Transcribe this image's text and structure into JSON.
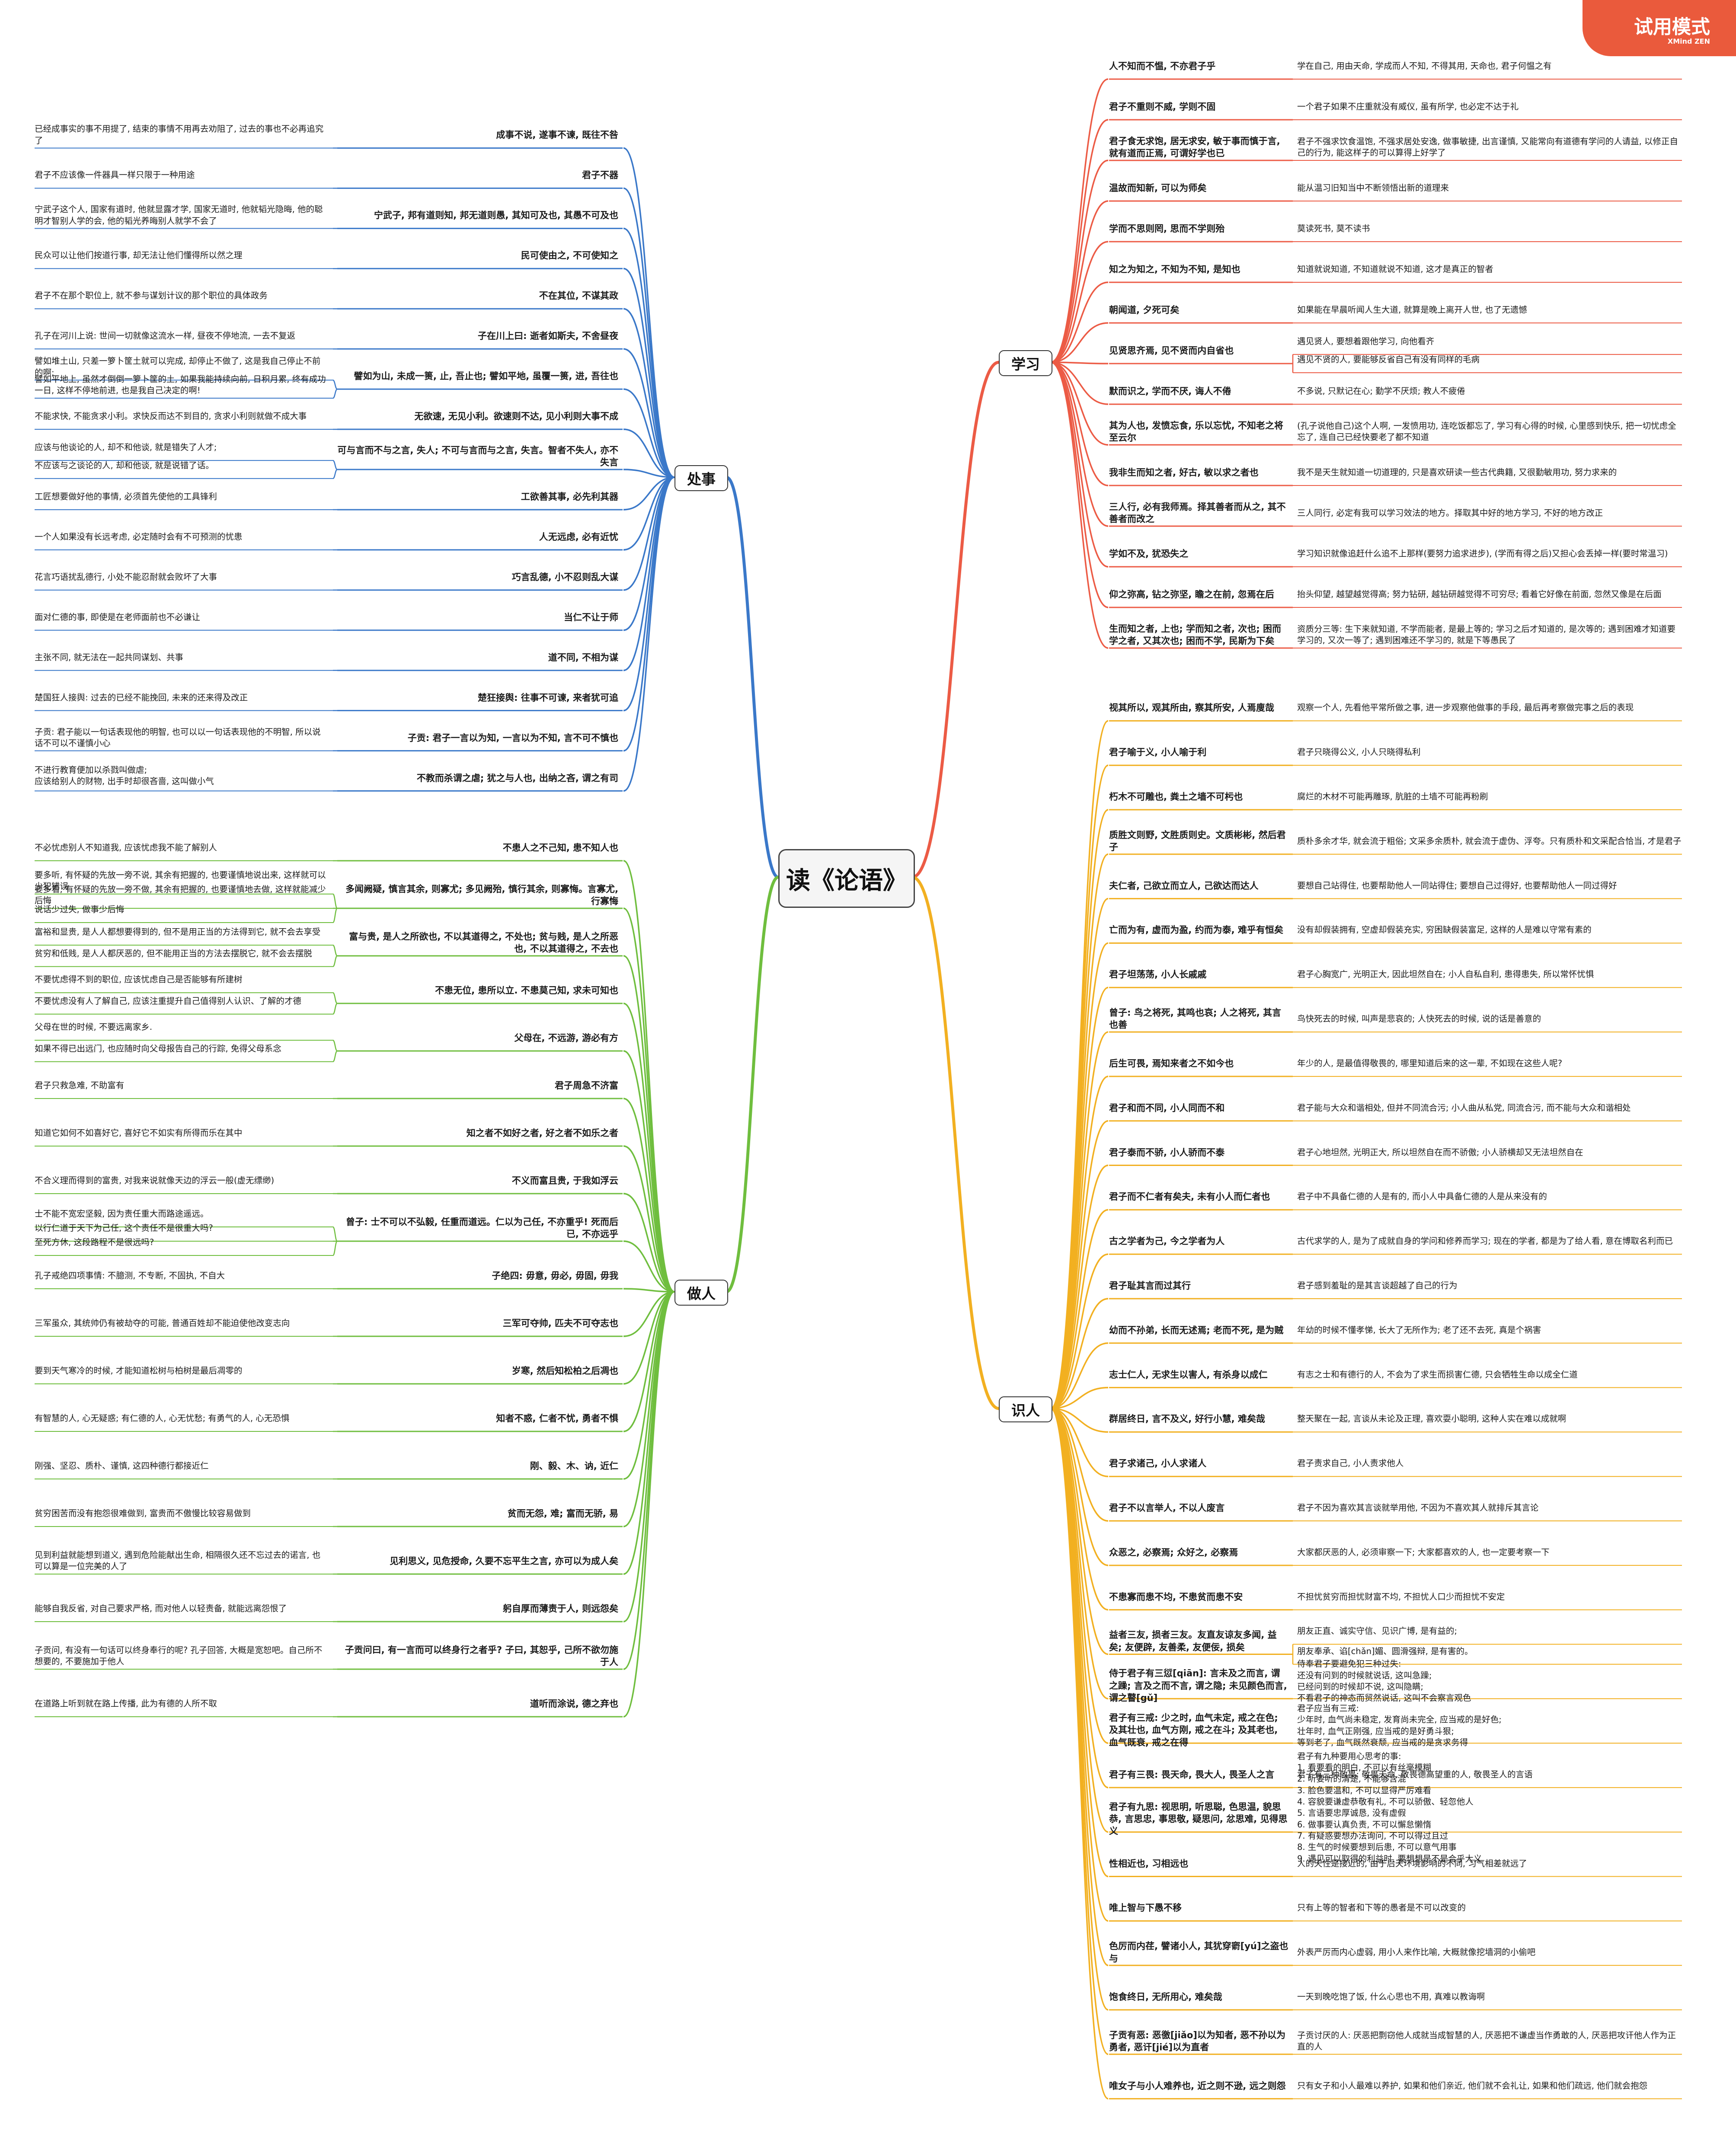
{
  "trial_badge": {
    "label": "试用模式",
    "sub": "XMind ZEN"
  },
  "center": {
    "title": "读《论语》"
  },
  "colors": {
    "学习": "#ec5b45",
    "识人": "#f2b021",
    "处事": "#3a78c9",
    "做人": "#6fbe3e"
  },
  "branches": [
    {
      "label": "学习",
      "side": "right",
      "nodes": [
        {
          "q": "人不知而不愠, 不亦君子乎",
          "e": "学在自己, 用由天命, 学成而人不知, 不得其用, 天命也, 君子何愠之有"
        },
        {
          "q": "君子不重则不威, 学则不固",
          "e": "一个君子如果不庄重就没有威仪, 虽有所学, 也必定不达于礼"
        },
        {
          "q": "君子食无求饱, 居无求安, 敏于事而慎于言, 就有道而正焉, 可谓好学也已",
          "e": "君子不强求饮食温饱, 不强求居处安逸, 做事敏捷, 出言谨慎, 又能常向有道德有学问的人请益, 以修正自己的行为, 能这样子的可以算得上好学了"
        },
        {
          "q": "温故而知新, 可以为师矣",
          "e": "能从温习旧知当中不断领悟出新的道理来"
        },
        {
          "q": "学而不思则罔, 思而不学则殆",
          "e": "莫读死书, 莫不读书"
        },
        {
          "q": "知之为知之, 不知为不知, 是知也",
          "e": "知道就说知道, 不知道就说不知道, 这才是真正的智者"
        },
        {
          "q": "朝闻道, 夕死可矣",
          "e": "如果能在早晨听闻人生大道, 就算是晚上离开人世, 也了无遗憾"
        },
        {
          "q": "见贤思齐焉, 见不贤而内自省也",
          "e": "遇见贤人, 要想着跟他学习, 向他看齐",
          "e2": "遇见不贤的人, 要能够反省自己有没有同样的毛病"
        },
        {
          "q": "默而识之, 学而不厌, 诲人不倦",
          "e": "不多说, 只默记在心; 勤学不厌烦; 教人不疲倦"
        },
        {
          "q": "其为人也, 发愤忘食, 乐以忘忧, 不知老之将至云尔",
          "e": "(孔子说他自己)这个人啊, 一发愤用功, 连吃饭都忘了, 学习有心得的时候, 心里感到快乐, 把一切忧虑全忘了, 连自己已经快要老了都不知道"
        },
        {
          "q": "我非生而知之者, 好古, 敏以求之者也",
          "e": "我不是天生就知道一切道理的, 只是喜欢研读一些古代典籍, 又很勤敏用功, 努力求来的"
        },
        {
          "q": "三人行, 必有我师焉。择其善者而从之, 其不善者而改之",
          "e": "三人同行, 必定有我可以学习效法的地方。择取其中好的地方学习, 不好的地方改正"
        },
        {
          "q": "学如不及, 犹恐失之",
          "e": "学习知识就像追赶什么追不上那样(要努力追求进步), (学而有得之后)又担心会丢掉一样(要时常温习)"
        },
        {
          "q": "仰之弥高, 钻之弥坚, 瞻之在前, 忽焉在后",
          "e": "抬头仰望, 越望越觉得高; 努力钻研, 越钻研越觉得不可穷尽; 看着它好像在前面, 忽然又像是在后面"
        },
        {
          "q": "生而知之者, 上也; 学而知之者, 次也; 困而学之者, 又其次也; 困而不学, 民斯为下矣",
          "e": "资质分三等: 生下来就知道, 不学而能者, 是最上等的; 学习之后才知道的, 是次等的; 遇到困难才知道要学习的, 又次一等了; 遇到困难还不学习的, 就是下等愚民了"
        }
      ]
    },
    {
      "label": "识人",
      "side": "right",
      "nodes": [
        {
          "q": "视其所以, 观其所由, 察其所安, 人焉廋哉",
          "e": "观察一个人, 先看他平常所做之事, 进一步观察他做事的手段, 最后再考察做完事之后的表现"
        },
        {
          "q": "君子喻于义, 小人喻于利",
          "e": "君子只晓得公义, 小人只晓得私利"
        },
        {
          "q": "朽木不可雕也, 粪土之墙不可杇也",
          "e": "腐烂的木材不可能再雕琢, 肮脏的土墙不可能再粉刷"
        },
        {
          "q": "质胜文则野, 文胜质则史。文质彬彬, 然后君子",
          "e": "质朴多余才华, 就会流于粗俗; 文采多余质朴, 就会流于虚伪、浮夸。只有质朴和文采配合恰当, 才是君子"
        },
        {
          "q": "夫仁者, 己欲立而立人, 己欲达而达人",
          "e": "要想自己站得住, 也要帮助他人一同站得住; 要想自己过得好, 也要帮助他人一同过得好"
        },
        {
          "q": "亡而为有, 虚而为盈, 约而为泰, 难乎有恒矣",
          "e": "没有却假装拥有, 空虚却假装充实, 穷困缺假装富足, 这样的人是难以守常有素的"
        },
        {
          "q": "君子坦荡荡, 小人长戚戚",
          "e": "君子心胸宽广, 光明正大, 因此坦然自在; 小人自私自利, 患得患失, 所以常怀忧惧"
        },
        {
          "q": "曾子: 鸟之将死, 其鸣也哀; 人之将死, 其言也善",
          "e": "鸟快死去的时候, 叫声是悲哀的; 人快死去的时候, 说的话是善意的"
        },
        {
          "q": "后生可畏, 焉知来者之不如今也",
          "e": "年少的人, 是最值得敬畏的, 哪里知道后来的这一辈, 不如现在这些人呢?"
        },
        {
          "q": "君子和而不同, 小人同而不和",
          "e": "君子能与大众和谐相处, 但并不同流合污; 小人曲从私党, 同流合污, 而不能与大众和谐相处"
        },
        {
          "q": "君子泰而不骄, 小人骄而不泰",
          "e": "君子心地坦然, 光明正大, 所以坦然自在而不骄傲; 小人骄横却又无法坦然自在"
        },
        {
          "q": "君子而不仁者有矣夫, 未有小人而仁者也",
          "e": "君子中不具备仁德的人是有的, 而小人中具备仁德的人是从来没有的"
        },
        {
          "q": "古之学者为己, 今之学者为人",
          "e": "古代求学的人, 是为了成就自身的学问和修养而学习; 现在的学者, 都是为了给人看, 意在博取名利而已"
        },
        {
          "q": "君子耻其言而过其行",
          "e": "君子感到羞耻的是其言谈超越了自己的行为"
        },
        {
          "q": "幼而不孙弟, 长而无述焉; 老而不死, 是为贼",
          "e": "年幼的时候不懂孝悌, 长大了无所作为; 老了还不去死, 真是个祸害"
        },
        {
          "q": "志士仁人, 无求生以害人, 有杀身以成仁",
          "e": "有志之士和有德行的人, 不会为了求生而损害仁德, 只会牺牲生命以成全仁道"
        },
        {
          "q": "群居终日, 言不及义, 好行小慧, 难矣哉",
          "e": "整天聚在一起, 言谈从未论及正理, 喜欢耍小聪明, 这种人实在难以成就啊"
        },
        {
          "q": "君子求诸己, 小人求诸人",
          "e": "君子责求自己, 小人责求他人"
        },
        {
          "q": "君子不以言举人, 不以人废言",
          "e": "君子不因为喜欢其言谈就举用他, 不因为不喜欢其人就排斥其言论"
        },
        {
          "q": "众恶之, 必察焉; 众好之, 必察焉",
          "e": "大家都厌恶的人, 必须审察一下; 大家都喜欢的人, 也一定要考察一下"
        },
        {
          "q": "不患寡而患不均, 不患贫而患不安",
          "e": "不担忧贫穷而担忧财富不均, 不担忧人口少而担忧不安定"
        },
        {
          "q": "益者三友, 损者三友。友直友谅友多闻, 益矣; 友便辟, 友善柔, 友便佞, 损矣",
          "e": "朋友正直、诚实守信、见识广博, 是有益的;",
          "e2": "朋友奉承、谄[chǎn]媚、圆滑强辩, 是有害的。"
        },
        {
          "q": "侍于君子有三愆[qiān]: 言未及之而言, 谓之躁; 言及之而不言, 谓之隐; 未见颜色而言, 谓之瞽[gǔ]",
          "e": "侍奉君子要避免犯三种过失:\n还没有问到的时候就说话, 这叫急躁;\n已经问到的时候却不说, 这叫隐瞒;\n不看君子的神态而贸然说话, 这叫不会察言观色"
        },
        {
          "q": "君子有三戒: 少之时, 血气未定, 戒之在色; 及其壮也, 血气方刚, 戒之在斗; 及其老也, 血气既衰, 戒之在得",
          "e": "君子应当有三戒:\n少年时, 血气尚未稳定, 发育尚未完全, 应当戒的是好色;\n壮年时, 血气正刚强, 应当戒的是好勇斗狠;\n等到老了, 血气既然衰颓, 应当戒的是贪求务得"
        },
        {
          "q": "君子有三畏: 畏天命, 畏大人, 畏圣人之言",
          "e": "君子有三种敬畏: 敬畏天命, 敬畏德高望重的人, 敬畏圣人的言语"
        },
        {
          "q": "君子有九思: 视思明, 听思聪, 色思温, 貌思恭, 言思忠, 事思敬, 疑思问, 忿思难, 见得思义",
          "e": "君子有九种要用心思考的事:\n1. 看要看的明白, 不可以有丝毫模糊\n2. 听要听的清楚, 不能够含混\n3. 脸色要温和, 不可以显得严厉难看\n4. 容貌要谦虚恭敬有礼, 不可以骄傲、轻忽他人\n5. 言语要忠厚诚恳, 没有虚假\n6. 做事要认真负责, 不可以懈怠懒惰\n7. 有疑惑要想办法询问, 不可以得过且过\n8. 生气的时候要想到后患, 不可以意气用事\n9. 遇见可以取得的利益时, 要想想是不是合乎大义"
        },
        {
          "q": "性相近也, 习相远也",
          "e": "人的天性是接近的, 由于后天环境影响的不同, 习气相差就远了"
        },
        {
          "q": "唯上智与下愚不移",
          "e": "只有上等的智者和下等的愚者是不可以改变的"
        },
        {
          "q": "色厉而内荏, 譬诸小人, 其犹穿窬[yú]之盗也与",
          "e": "外表严厉而内心虚弱, 用小人来作比喻, 大概就像挖墙洞的小偷吧"
        },
        {
          "q": "饱食终日, 无所用心, 难矣哉",
          "e": "一天到晚吃饱了饭, 什么心思也不用, 真难以教诲啊"
        },
        {
          "q": "子贡有恶: 恶徼[jiǎo]以为知者, 恶不孙以为勇者, 恶讦[jié]以为直者",
          "e": "子贡讨厌的人: 厌恶把剽窃他人成就当成智慧的人, 厌恶把不谦虚当作勇敢的人, 厌恶把攻讦他人作为正直的人"
        },
        {
          "q": "唯女子与小人难养也, 近之则不逊, 远之则怨",
          "e": "只有女子和小人最难以养护, 如果和他们亲近, 他们就不会礼让, 如果和他们疏远, 他们就会抱怨"
        }
      ]
    },
    {
      "label": "处事",
      "side": "left",
      "nodes": [
        {
          "q": "成事不说, 遂事不谏, 既往不咎",
          "e": "已经成事实的事不用提了, 结束的事情不用再去劝阻了, 过去的事也不必再追究了"
        },
        {
          "q": "君子不器",
          "e": "君子不应该像一件器具一样只限于一种用途"
        },
        {
          "q": "宁武子, 邦有道则知, 邦无道则愚, 其知可及也, 其愚不可及也",
          "e": "宁武子这个人, 国家有道时, 他就显露才学, 国家无道时, 他就韬光隐晦, 他的聪明才智别人学的会, 他的韬光养晦别人就学不会了"
        },
        {
          "q": "民可使由之, 不可使知之",
          "e": "民众可以让他们按道行事, 却无法让他们懂得所以然之理"
        },
        {
          "q": "不在其位, 不谋其政",
          "e": "君子不在那个职位上, 就不参与谋划计议的那个职位的具体政务"
        },
        {
          "q": "子在川上曰: 逝者如斯夫, 不舍昼夜",
          "e": "孔子在河川上说: 世间一切就像这流水一样, 昼夜不停地流, 一去不复返"
        },
        {
          "q": "譬如为山, 未成一篑, 止, 吾止也; 譬如平地, 虽覆一篑, 进, 吾往也",
          "e": "譬如堆土山, 只差一箩卜筐土就可以完成, 却停止不做了, 这是我自己停止不前的啊;",
          "e2": "譬如平地上, 虽然才倒倒一箩卜筐的土, 如果我能持续向前, 日积月累, 终有成功一日, 这样不停地前进, 也是我自己决定的啊!"
        },
        {
          "q": "无欲速, 无见小利。欲速则不达, 见小利则大事不成",
          "e": "不能求快, 不能贪求小利。求快反而达不到目的, 贪求小利则就做不成大事"
        },
        {
          "q": "可与言而不与之言, 失人; 不可与言而与之言, 失言。智者不失人, 亦不失言",
          "e": "应该与他谈论的人, 却不和他谈, 就是错失了人才;",
          "e2": "不应该与之谈论的人, 却和他谈, 就是说错了话。"
        },
        {
          "q": "工欲善其事, 必先利其器",
          "e": "工匠想要做好他的事情, 必须首先使他的工具锋利"
        },
        {
          "q": "人无远虑, 必有近忧",
          "e": "一个人如果没有长远考虑, 必定随时会有不可预测的忧患"
        },
        {
          "q": "巧言乱德, 小不忍则乱大谋",
          "e": "花言巧语扰乱德行, 小处不能忍耐就会败坏了大事"
        },
        {
          "q": "当仁不让于师",
          "e": "面对仁德的事, 即使是在老师面前也不必谦让"
        },
        {
          "q": "道不同, 不相为谋",
          "e": "主张不同, 就无法在一起共同谋划、共事"
        },
        {
          "q": "楚狂接舆: 往事不可谏, 来者犹可追",
          "e": "楚国狂人接舆: 过去的已经不能挽回, 未来的还来得及改正"
        },
        {
          "q": "子贡: 君子一言以为知, 一言以为不知, 言不可不慎也",
          "e": "子贡: 君子能以一句话表现他的明智, 也可以以一句话表现他的不明智, 所以说话不可以不谨慎小心"
        },
        {
          "q": "不教而杀谓之虐; 犹之与人也, 出纳之吝, 谓之有司",
          "e": "不进行教育便加以杀戮叫做虐;\n应该给别人的财物, 出手时却很吝啬, 这叫做小气"
        }
      ]
    },
    {
      "label": "做人",
      "side": "left",
      "nodes": [
        {
          "q": "不患人之不己知, 患不知人也",
          "e": "不必忧虑别人不知道我, 应该忧虑我不能了解别人"
        },
        {
          "q": "多闻阙疑, 慎言其余, 则寡尤; 多见阙殆, 慎行其余, 则寡悔。言寡尤, 行寡悔",
          "e": "要多听, 有怀疑的先放一旁不说, 其余有把握的, 也要谨慎地说出来, 这样就可以少犯错误",
          "e2": "要多看, 有怀疑的先放一旁不做, 其余有把握的, 也要谨慎地去做, 这样就能减少后悔",
          "e3": "说话少过失, 做事少后悔"
        },
        {
          "q": "富与贵, 是人之所欲也, 不以其道得之, 不处也; 贫与贱, 是人之所恶也, 不以其道得之, 不去也",
          "e": "富裕和显贵, 是人人都想要得到的, 但不是用正当的方法得到它, 就不会去享受",
          "e2": "贫穷和低贱, 是人人都厌恶的, 但不能用正当的方法去摆脱它, 就不会去摆脱"
        },
        {
          "q": "不患无位, 患所以立. 不患莫己知, 求未可知也",
          "e": "不要忧虑得不到的职位, 应该忧虑自己是否能够有所建树",
          "e2": "不要忧虑没有人了解自己, 应该注重提升自己值得别人认识、了解的才德"
        },
        {
          "q": "父母在, 不远游, 游必有方",
          "e": "父母在世的时候, 不要远离家乡.",
          "e2": "如果不得已出远门, 也应随时向父母报告自己的行踪, 免得父母系念"
        },
        {
          "q": "君子周急不济富",
          "e": "君子只救急难, 不助富有"
        },
        {
          "q": "知之者不如好之者, 好之者不如乐之者",
          "e": "知道它如何不如喜好它, 喜好它不如实有所得而乐在其中"
        },
        {
          "q": "不义而富且贵, 于我如浮云",
          "e": "不合义理而得到的富贵, 对我来说就像天边的浮云一般(虚无缥缈)"
        },
        {
          "q": "曾子: 士不可以不弘毅, 任重而道远。仁以为己任, 不亦重乎! 死而后已, 不亦远乎",
          "e": "士不能不宽宏坚毅, 因为责任重大而路途遥远。",
          "e2": "以行仁道于天下为己任, 这个责任不是很重大吗?",
          "e3": "至死方休, 这段路程不是很远吗?"
        },
        {
          "q": "子绝四: 毋意, 毋必, 毋固, 毋我",
          "e": "孔子戒绝四项事情: 不臆测, 不专断, 不固执, 不自大"
        },
        {
          "q": "三军可夺帅, 匹夫不可夺志也",
          "e": "三军虽众, 其统帅仍有被劫夺的可能, 普通百姓却不能迫使他改变志向"
        },
        {
          "q": "岁寒, 然后知松柏之后凋也",
          "e": "要到天气寒冷的时候, 才能知道松树与柏树是最后凋零的"
        },
        {
          "q": "知者不惑, 仁者不忧, 勇者不惧",
          "e": "有智慧的人, 心无疑惑; 有仁德的人, 心无忧愁; 有勇气的人, 心无恐惧"
        },
        {
          "q": "刚、毅、木、讷, 近仁",
          "e": "刚强、坚忍、质朴、谨慎, 这四种德行都接近仁"
        },
        {
          "q": "贫而无怨, 难; 富而无骄, 易",
          "e": "贫穷困苦而没有抱怨很难做到, 富贵而不傲慢比较容易做到"
        },
        {
          "q": "见利思义, 见危授命, 久要不忘平生之言, 亦可以为成人矣",
          "e": "见到利益就能想到道义, 遇到危险能献出生命, 相隔很久还不忘过去的诺言, 也可以算是一位完美的人了"
        },
        {
          "q": "躬自厚而薄责于人, 则远怨矣",
          "e": "能够自我反省, 对自己要求严格, 而对他人以轻责备, 就能远离怨恨了"
        },
        {
          "q": "子贡问曰, 有一言而可以终身行之者乎? 子曰, 其恕乎, 己所不欲勿施于人",
          "e": "子贡问, 有没有一句话可以终身奉行的呢? 孔子回答, 大概是宽恕吧。自己所不想要的, 不要施加于他人"
        },
        {
          "q": "道听而涂说, 德之弃也",
          "e": "在道路上听到就在路上传播, 此为有德的人所不取"
        }
      ]
    }
  ]
}
